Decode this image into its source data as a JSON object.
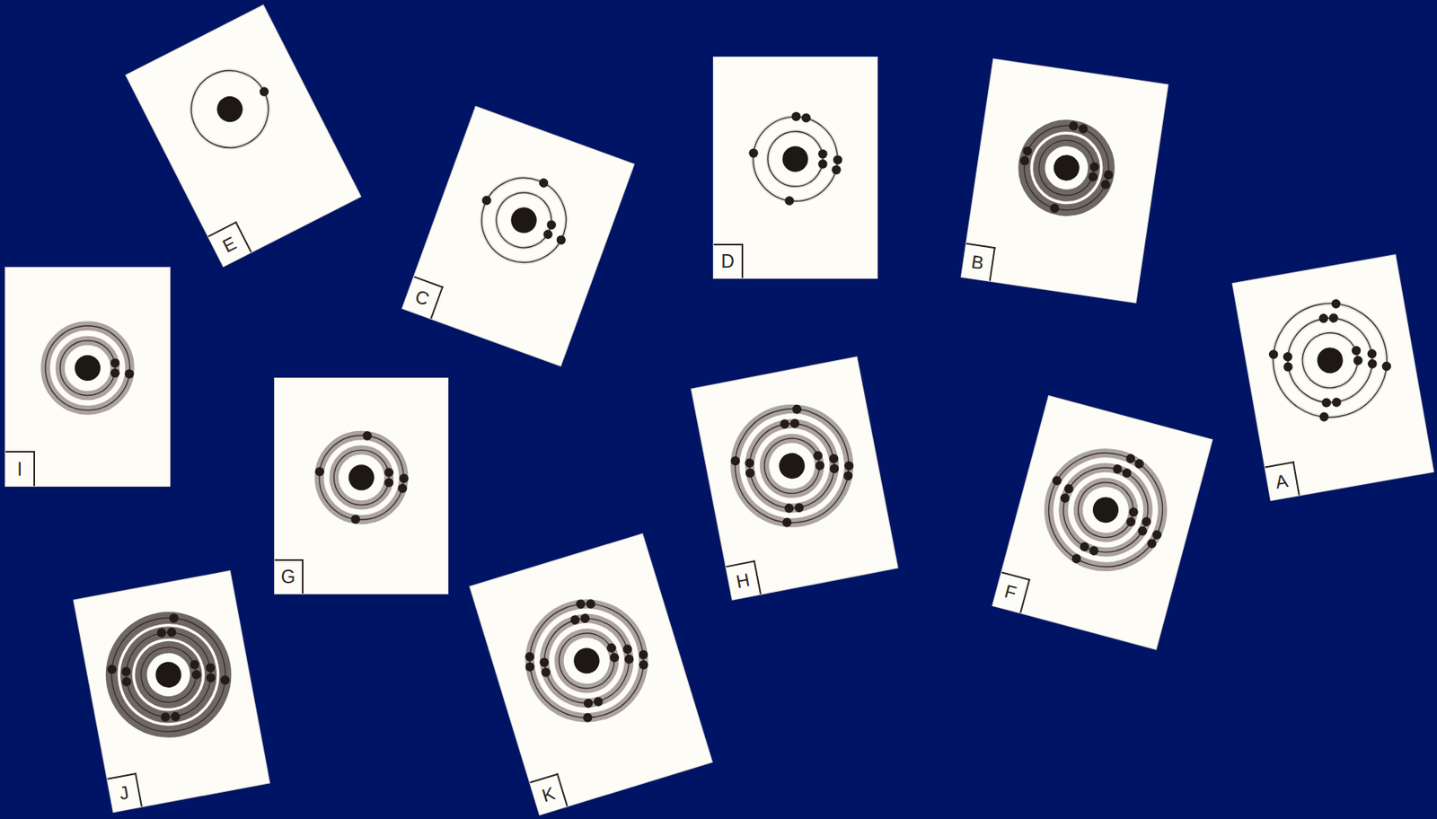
{
  "diagram": {
    "nodes": [
      {
        "text": [
          "E"
        ]
      },
      {
        "text": [
          "C"
        ]
      },
      {
        "text": [
          "D"
        ]
      },
      {
        "text": [
          "B"
        ]
      },
      {
        "text": [
          "I"
        ]
      },
      {
        "text": [
          "G"
        ]
      },
      {
        "text": [
          "H"
        ]
      },
      {
        "text": [
          "F"
        ]
      },
      {
        "text": [
          "A"
        ]
      },
      {
        "text": [
          "J"
        ]
      },
      {
        "text": [
          "K"
        ]
      }
    ]
  }
}
